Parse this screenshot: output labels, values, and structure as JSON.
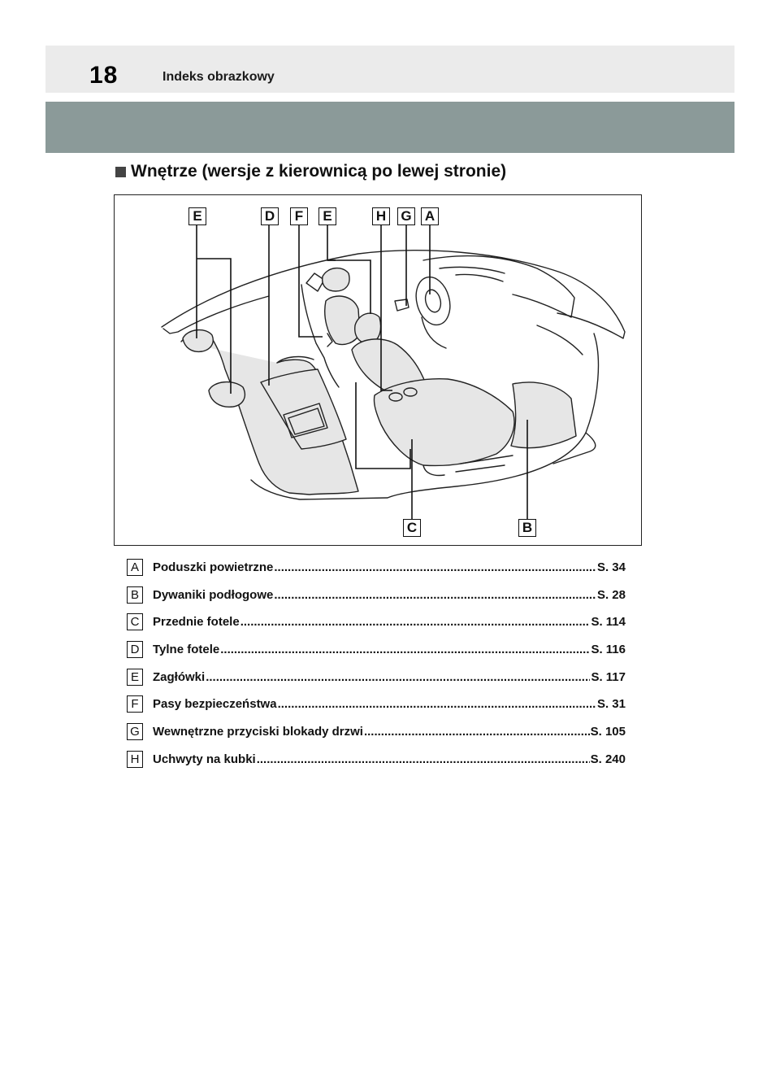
{
  "header": {
    "page_number": "18",
    "section_name": "Indeks obrazkowy"
  },
  "section_heading": "Wnętrze (wersje z kierownicą po lewej stronie)",
  "figure_labels": {
    "top": [
      "E",
      "D",
      "F",
      "E",
      "H",
      "G",
      "A"
    ],
    "bottom": [
      "C",
      "B"
    ]
  },
  "legend": [
    {
      "letter": "A",
      "text": "Poduszki powietrzne",
      "page": "S. 34"
    },
    {
      "letter": "B",
      "text": "Dywaniki podłogowe",
      "page": "S. 28"
    },
    {
      "letter": "C",
      "text": "Przednie fotele",
      "page": "S. 114"
    },
    {
      "letter": "D",
      "text": "Tylne fotele",
      "page": "S. 116"
    },
    {
      "letter": "E",
      "text": "Zagłówki",
      "page": "S. 117"
    },
    {
      "letter": "F",
      "text": "Pasy bezpieczeństwa",
      "page": "S. 31"
    },
    {
      "letter": "G",
      "text": "Wewnętrzne przyciski blokady drzwi",
      "page": "S. 105"
    },
    {
      "letter": "H",
      "text": "Uchwyty na kubki",
      "page": "S. 240"
    }
  ],
  "colors": {
    "header_band": "#ebebeb",
    "gray_band": "#8b9a99",
    "seat_fill": "#e6e6e6"
  }
}
